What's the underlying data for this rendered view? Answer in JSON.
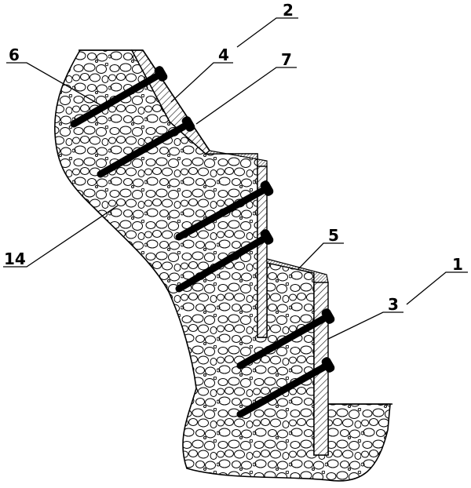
{
  "labels": {
    "l1": "1",
    "l2": "2",
    "l3": "3",
    "l4": "4",
    "l5": "5",
    "l6": "6",
    "l7": "7",
    "l14": "14"
  }
}
